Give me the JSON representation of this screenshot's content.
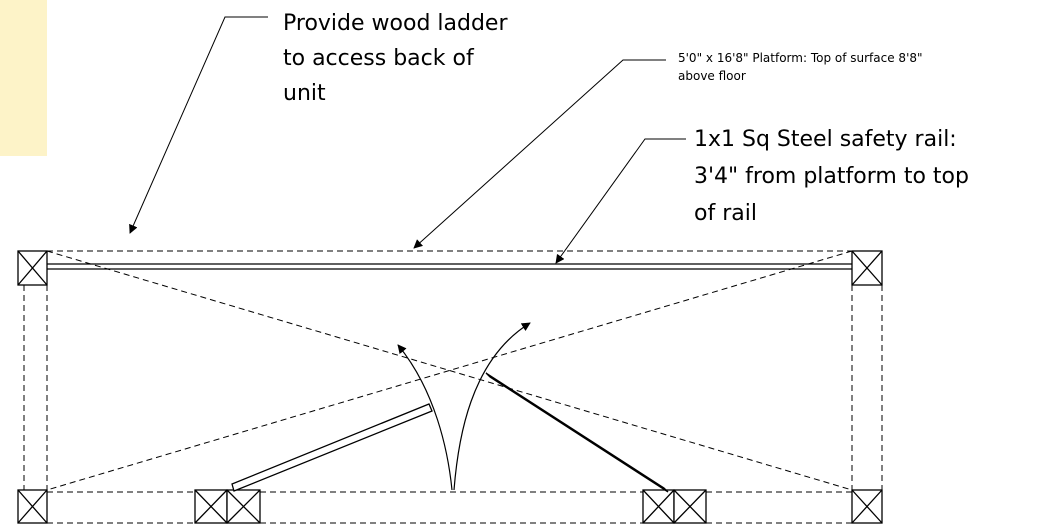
{
  "annotations": {
    "ladder": {
      "lines": [
        "Provide wood ladder",
        "to access back of",
        "unit"
      ]
    },
    "platform": {
      "lines": [
        "5'0\" x 16'8\" Platform:  Top of surface 8'8\"",
        "above floor"
      ]
    },
    "rail": {
      "lines": [
        "1x1 Sq Steel safety rail:",
        "3'4\" from platform to top",
        "of rail"
      ]
    }
  },
  "colors": {
    "ink": "#000000",
    "margin_highlight": "#fdf3c8",
    "background": "#ffffff"
  }
}
